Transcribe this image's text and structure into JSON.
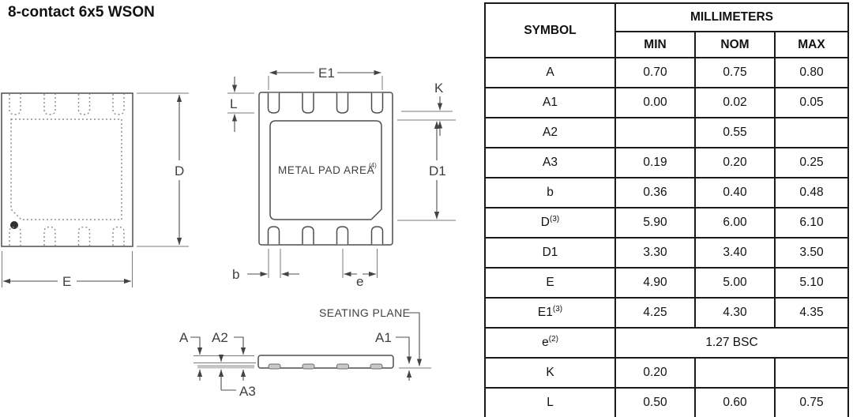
{
  "title": "8-contact 6x5 WSON",
  "table": {
    "header": {
      "symbol": "SYMBOL",
      "unit_group": "MILLIMETERS",
      "min": "MIN",
      "nom": "NOM",
      "max": "MAX"
    },
    "rows": [
      {
        "symbol": "A",
        "note": "",
        "min": "0.70",
        "nom": "0.75",
        "max": "0.80"
      },
      {
        "symbol": "A1",
        "note": "",
        "min": "0.00",
        "nom": "0.02",
        "max": "0.05"
      },
      {
        "symbol": "A2",
        "note": "",
        "min": "",
        "nom": "0.55",
        "max": ""
      },
      {
        "symbol": "A3",
        "note": "",
        "min": "0.19",
        "nom": "0.20",
        "max": "0.25"
      },
      {
        "symbol": "b",
        "note": "",
        "min": "0.36",
        "nom": "0.40",
        "max": "0.48"
      },
      {
        "symbol": "D",
        "note": "(3)",
        "min": "5.90",
        "nom": "6.00",
        "max": "6.10"
      },
      {
        "symbol": "D1",
        "note": "",
        "min": "3.30",
        "nom": "3.40",
        "max": "3.50"
      },
      {
        "symbol": "E",
        "note": "",
        "min": "4.90",
        "nom": "5.00",
        "max": "5.10"
      },
      {
        "symbol": "E1",
        "note": "(3)",
        "min": "4.25",
        "nom": "4.30",
        "max": "4.35"
      },
      {
        "symbol": "e",
        "note": "(2)",
        "span_value": "1.27 BSC"
      },
      {
        "symbol": "K",
        "note": "",
        "min": "0.20",
        "nom": "",
        "max": ""
      },
      {
        "symbol": "L",
        "note": "",
        "min": "0.50",
        "nom": "0.60",
        "max": "0.75"
      }
    ]
  },
  "diagram": {
    "labels": {
      "D": "D",
      "E": "E",
      "E1": "E1",
      "L": "L",
      "K": "K",
      "D1": "D1",
      "b": "b",
      "e": "e",
      "A": "A",
      "A1": "A1",
      "A2": "A2",
      "A3": "A3",
      "seating_plane": "SEATING PLANE",
      "metal_pad_area": "METAL PAD AREA",
      "metal_pad_area_note": "(4)"
    },
    "colors": {
      "line": "#4f4f4f",
      "dashed_line": "#8f8f8f",
      "terminal_fill": "#c9c9c9",
      "table_border": "#1a1a1a"
    }
  }
}
